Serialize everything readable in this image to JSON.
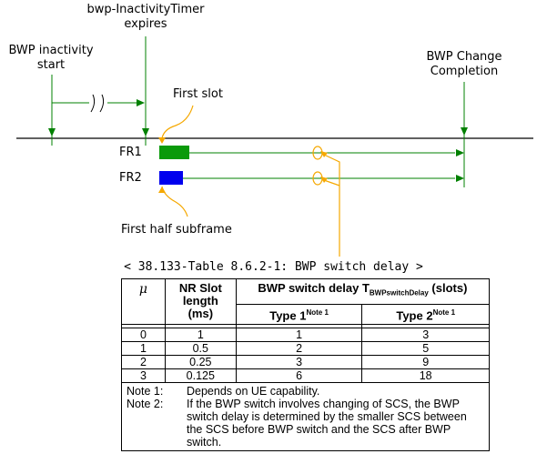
{
  "diagram": {
    "labels": {
      "bwp_inactivity_start": [
        "BWP inactivity",
        "start"
      ],
      "timer_expires": [
        "bwp-InactivityTimer",
        "expires"
      ],
      "bwp_change_completion": [
        "BWP Change",
        "Completion"
      ],
      "first_slot": "First slot",
      "first_half_subframe": "First half subframe",
      "fr1": "FR1",
      "fr2": "FR2"
    },
    "colors": {
      "fr1_bar": "#0a9a0a",
      "fr2_bar": "#0000ee",
      "callout": "#f5a800",
      "timeline": "#000000",
      "arrow": "#008000"
    }
  },
  "table": {
    "caption": "< 38.133-Table 8.6.2-1: BWP switch delay >",
    "headers": {
      "mu": "μ",
      "slot_length": [
        "NR Slot",
        "length",
        "(ms)"
      ],
      "delay_prefix": "BWP switch delay T",
      "delay_sub": "BWPswitchDelay",
      "delay_suffix": " (slots)",
      "type1": "Type 1",
      "type1_note": "Note 1",
      "type2": "Type 2",
      "type2_note": "Note 1"
    },
    "rows": [
      {
        "mu": "0",
        "slot": "1",
        "type1": "1",
        "type2": "3"
      },
      {
        "mu": "1",
        "slot": "0.5",
        "type1": "2",
        "type2": "5"
      },
      {
        "mu": "2",
        "slot": "0.25",
        "type1": "3",
        "type2": "9"
      },
      {
        "mu": "3",
        "slot": "0.125",
        "type1": "6",
        "type2": "18"
      }
    ],
    "notes": [
      {
        "key": "Note 1:",
        "text": "Depends on UE capability."
      },
      {
        "key": "Note 2:",
        "text": "If the BWP switch involves changing of SCS, the BWP switch delay is determined by the smaller SCS between the SCS before BWP switch and the SCS after BWP switch."
      }
    ]
  }
}
